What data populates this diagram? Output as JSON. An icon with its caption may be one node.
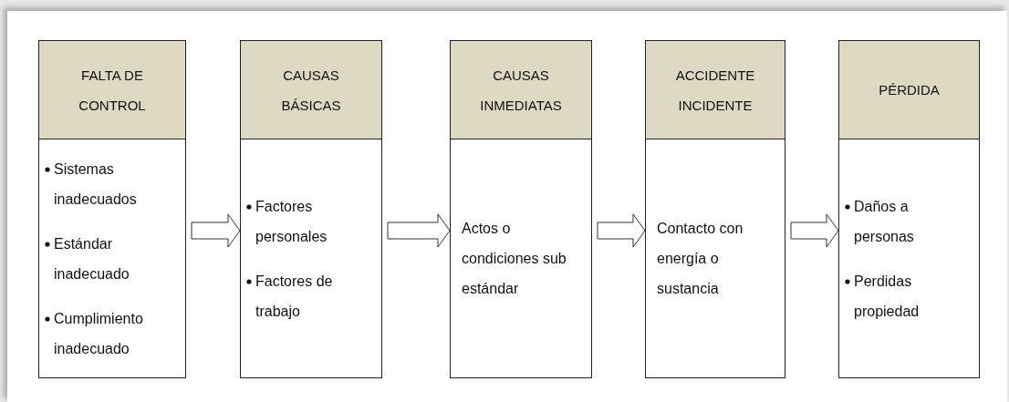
{
  "diagram": {
    "nodes": [
      {
        "text": [
          "FALTA DE CONTROL"
        ]
      },
      {
        "text": [
          "Sistemas inadecuados",
          "Estándar inadecuado",
          "Cumplimiento inadecuado"
        ]
      },
      {
        "text": [
          "CAUSAS BÁSICAS"
        ]
      },
      {
        "text": [
          "Factores personales",
          "Factores de trabajo"
        ]
      },
      {
        "text": [
          "CAUSAS INMEDIATAS"
        ]
      },
      {
        "text": [
          "Actos o condiciones sub estándar"
        ]
      },
      {
        "text": [
          "ACCIDENTE INCIDENTE"
        ]
      },
      {
        "text": [
          "Contacto con energía o sustancia"
        ]
      },
      {
        "text": [
          "PÉRDIDA"
        ]
      },
      {
        "text": [
          "Daños a personas",
          "Perdidas propiedad"
        ]
      }
    ],
    "edges": [
      {
        "from": 1,
        "to": 3,
        "arrow": "to"
      },
      {
        "from": 3,
        "to": 5,
        "arrow": "to"
      },
      {
        "from": 5,
        "to": 7,
        "arrow": "to"
      },
      {
        "from": 7,
        "to": 9,
        "arrow": "to"
      }
    ]
  }
}
